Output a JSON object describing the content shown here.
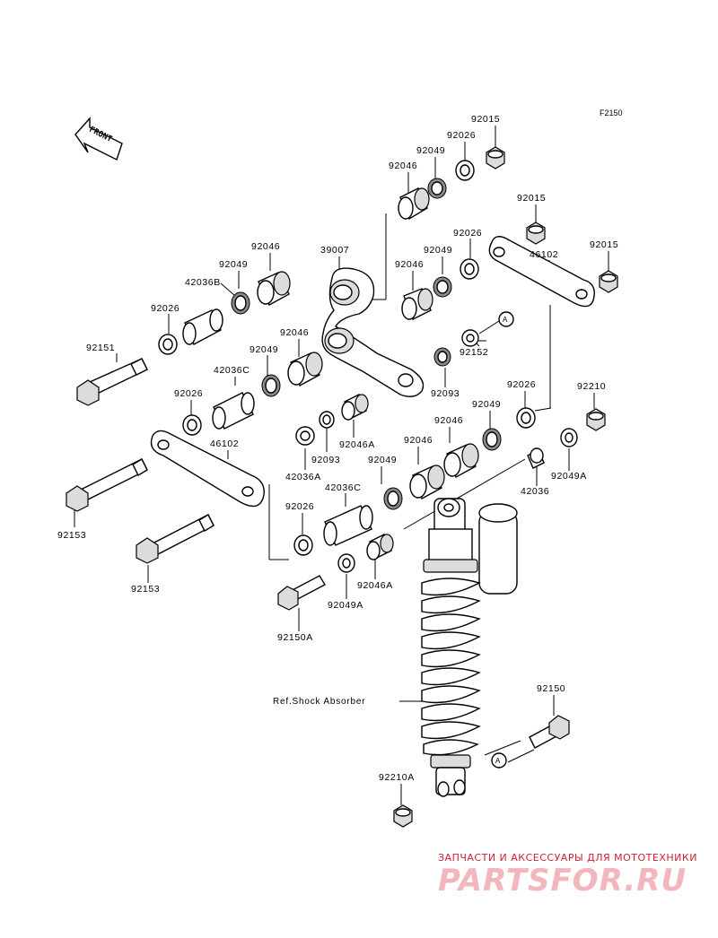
{
  "diagram_code": "F2150",
  "front_label": "FRONT",
  "ref_label": "Ref.Shock Absorber",
  "circle_ref": "A",
  "watermark": {
    "tagline": "ЗАПЧАСТИ И АКСЕССУАРЫ ДЛЯ МОТОТЕХНИКИ",
    "brand": "PARTSFOR.RU"
  },
  "labels": {
    "p92015a": "92015",
    "p92026a": "92026",
    "p92049a": "92049",
    "p92046a": "92046",
    "p92015b": "92015",
    "p92026b": "92026",
    "p92015c": "92015",
    "p46102a": "46102",
    "p92049b": "92049",
    "p92046b": "92046",
    "p92046c": "92046",
    "p39007": "39007",
    "p92049c": "92049",
    "p42036b": "42036B",
    "p92026c": "92026",
    "p92151": "92151",
    "p92046d": "92046",
    "p92049d": "92049",
    "p42036c": "42036C",
    "p92152": "92152",
    "p92093a": "92093",
    "p92026d": "92026",
    "p92210": "92210",
    "p92026e": "92026",
    "p92049e": "92049",
    "p92046A_a": "92046A",
    "p92046e": "92046",
    "p92093b": "92093",
    "p46102b": "46102",
    "p42036A": "42036A",
    "p92049f": "92049",
    "p42036Cb": "42036C",
    "p42036": "42036",
    "p92049A_a": "92049A",
    "p92153a": "92153",
    "p92026f": "92026",
    "p92153b": "92153",
    "p92046A_b": "92046A",
    "p92049A_b": "92049A",
    "p92150A": "92150A",
    "p92150": "92150",
    "p92210A": "92210A"
  }
}
